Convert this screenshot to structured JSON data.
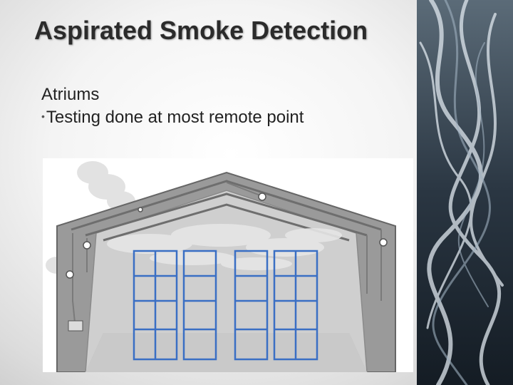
{
  "slide": {
    "title": "Aspirated Smoke Detection",
    "heading": "Atriums",
    "bullets": [
      "Testing done at most remote point"
    ]
  },
  "colors": {
    "title": "#2b2b2b",
    "rack_blue": "#3a6fc4",
    "building_gray": "#8e8e8e",
    "interior_gray": "#c4c4c4",
    "smoke_dark": "#1a2430"
  },
  "images": {
    "diagram": "aspirated-smoke-detection-warehouse-diagram",
    "side_panel": "smoke-texture-photo"
  }
}
